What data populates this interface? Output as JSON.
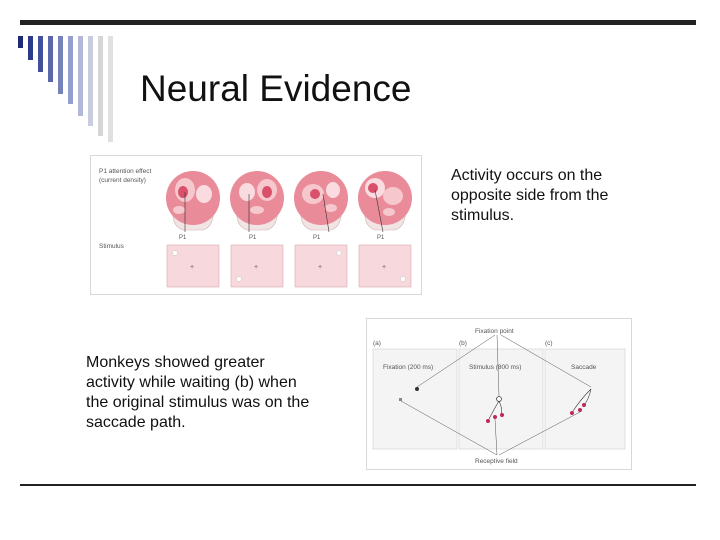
{
  "slide": {
    "title": "Neural Evidence",
    "right_text": "Activity occurs on the opposite side from the stimulus.",
    "left_text": "Monkeys showed greater activity while waiting (b) when the original stimulus was on the saccade path."
  },
  "figure1": {
    "row1_label_line1": "P1 attention effect",
    "row1_label_line2": "(current density)",
    "row2_label": "Stimulus",
    "head_labels": [
      "P1",
      "P1",
      "P1",
      "P1"
    ],
    "panel_marks": [
      "+",
      "+",
      "+",
      "+"
    ]
  },
  "figure2": {
    "fixation_point_label": "Fixation point",
    "panel_letters": [
      "(a)",
      "(b)",
      "(c)"
    ],
    "panel_titles": [
      "Fixation (200 ms)",
      "Stimulus (800 ms)",
      "Saccade"
    ],
    "receptive_field_label": "Receptive field"
  },
  "colors": {
    "accent_bars": "#2c3a8a",
    "head_activity": "#d8506a",
    "stimulus_panel": "#f7d9dd",
    "receptive_field_dot": "#c0285a"
  }
}
